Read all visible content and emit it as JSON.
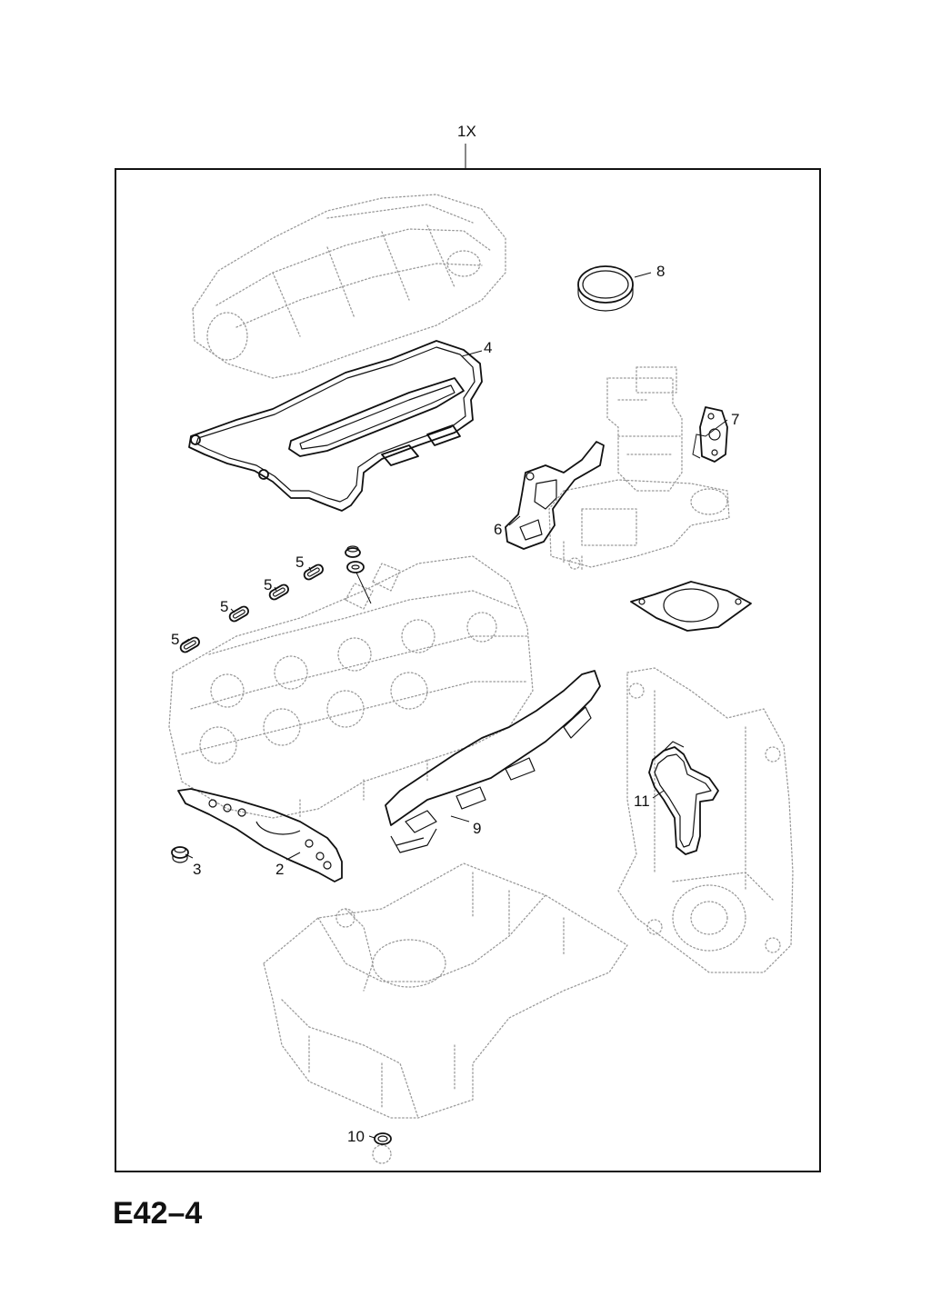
{
  "diagram": {
    "assembly_label": "1X",
    "page_code": "E42–4",
    "callouts": {
      "c2": "2",
      "c3": "3",
      "c4": "4",
      "c5a": "5",
      "c5b": "5",
      "c5c": "5",
      "c5d": "5",
      "c6": "6",
      "c7": "7",
      "c8": "8",
      "c9": "9",
      "c10": "10",
      "c11": "11"
    }
  }
}
